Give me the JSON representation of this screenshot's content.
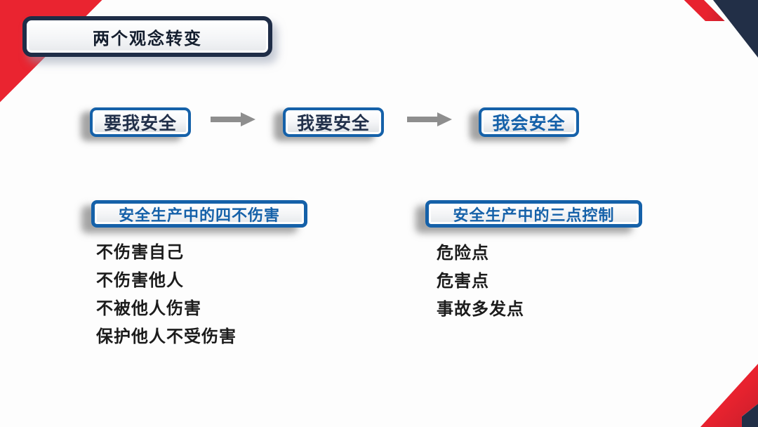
{
  "slide": {
    "title": "两个观念转变",
    "concept_flow": {
      "boxes": [
        {
          "label": "要我安全"
        },
        {
          "label": "我要安全"
        },
        {
          "label": "我会安全"
        }
      ],
      "arrow_icon": "block-arrow-right"
    },
    "sections": [
      {
        "heading": "安全生产中的四不伤害",
        "items": [
          "不伤害自己",
          "不伤害他人",
          "不被他人伤害",
          "保护他人不受伤害"
        ]
      },
      {
        "heading": "安全生产中的三点控制",
        "items": [
          "危险点",
          "危害点",
          "事故多发点"
        ]
      }
    ],
    "colors": {
      "accent_blue": "#1561a9",
      "dark_navy": "#222f47",
      "accent_red": "#e6212e",
      "arrow_gray": "#8e8e8e",
      "list_text": "#1c1c1c"
    }
  }
}
